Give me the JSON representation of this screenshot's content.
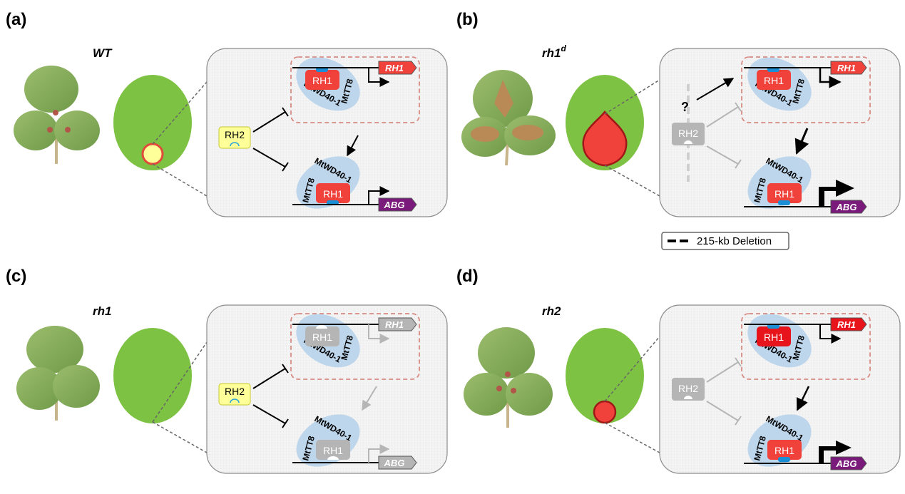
{
  "panels": [
    {
      "label": "(a)",
      "genotype": "WT",
      "genotype_sup": "",
      "rh2": {
        "text": "RH2",
        "active": true
      },
      "top_complex": {
        "rh1": "RH1",
        "tt8": "MtTT8",
        "wd40": "MtWD40-1",
        "active": true
      },
      "top_gene": {
        "text": "RH1",
        "active": true
      },
      "bottom_complex": {
        "rh1": "RH1",
        "tt8": "MtTT8",
        "wd40": "MtWD40-1",
        "active": true
      },
      "bottom_gene": {
        "text": "ABG",
        "active": true
      }
    },
    {
      "label": "(b)",
      "genotype": "rh1",
      "genotype_sup": "d",
      "rh2": {
        "text": "RH2",
        "active": false
      },
      "question": "?",
      "top_complex": {
        "rh1": "RH1",
        "tt8": "MtTT8",
        "wd40": "MtWD40-1",
        "active": true
      },
      "top_gene": {
        "text": "RH1",
        "active": true
      },
      "bottom_complex": {
        "rh1": "RH1",
        "tt8": "MtTT8",
        "wd40": "MtWD40-1",
        "active": true
      },
      "bottom_gene": {
        "text": "ABG",
        "active": true
      }
    },
    {
      "label": "(c)",
      "genotype": "rh1",
      "genotype_sup": "",
      "rh2": {
        "text": "RH2",
        "active": true
      },
      "top_complex": {
        "rh1": "RH1",
        "tt8": "MtTT8",
        "wd40": "MtWD40-1",
        "active": false
      },
      "top_gene": {
        "text": "RH1",
        "active": false
      },
      "bottom_complex": {
        "rh1": "RH1",
        "tt8": "MtTT8",
        "wd40": "MtWD40-1",
        "active": false
      },
      "bottom_gene": {
        "text": "ABG",
        "active": false
      }
    },
    {
      "label": "(d)",
      "genotype": "rh2",
      "genotype_sup": "",
      "rh2": {
        "text": "RH2",
        "active": false
      },
      "top_complex": {
        "rh1": "RH1",
        "tt8": "MtTT8",
        "wd40": "MtWD40-1",
        "active": true
      },
      "top_gene": {
        "text": "RH1",
        "active": true
      },
      "bottom_complex": {
        "rh1": "RH1",
        "tt8": "MtTT8",
        "wd40": "MtWD40-1",
        "active": true
      },
      "bottom_gene": {
        "text": "ABG",
        "active": true
      }
    }
  ],
  "legend": {
    "text": "215-kb Deletion"
  },
  "colors": {
    "leaf_oval": "#7dc242",
    "rh1_red": "#f0413a",
    "abg_purple": "#7a1a7a",
    "rh2_yellow": "#ffff99",
    "inactive_gray": "#b5b5b5",
    "wd40_blue": "#bed6ec",
    "panel_bg": "#f2f2f2",
    "dashed_box": "#d88c84"
  }
}
